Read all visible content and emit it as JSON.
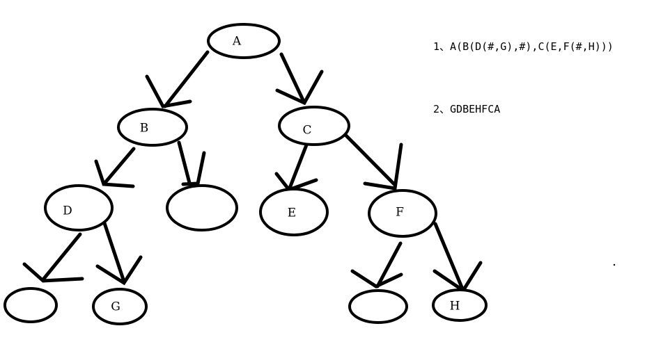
{
  "nodes": {
    "a": "A",
    "b": "B",
    "c": "C",
    "d": "D",
    "e": "E",
    "f": "F",
    "g": "G",
    "h": "H"
  },
  "notes": {
    "line1": "1、A(B(D(#,G),#),C(E,F(#,H)))",
    "line2": "2、GDBEHFCA"
  }
}
